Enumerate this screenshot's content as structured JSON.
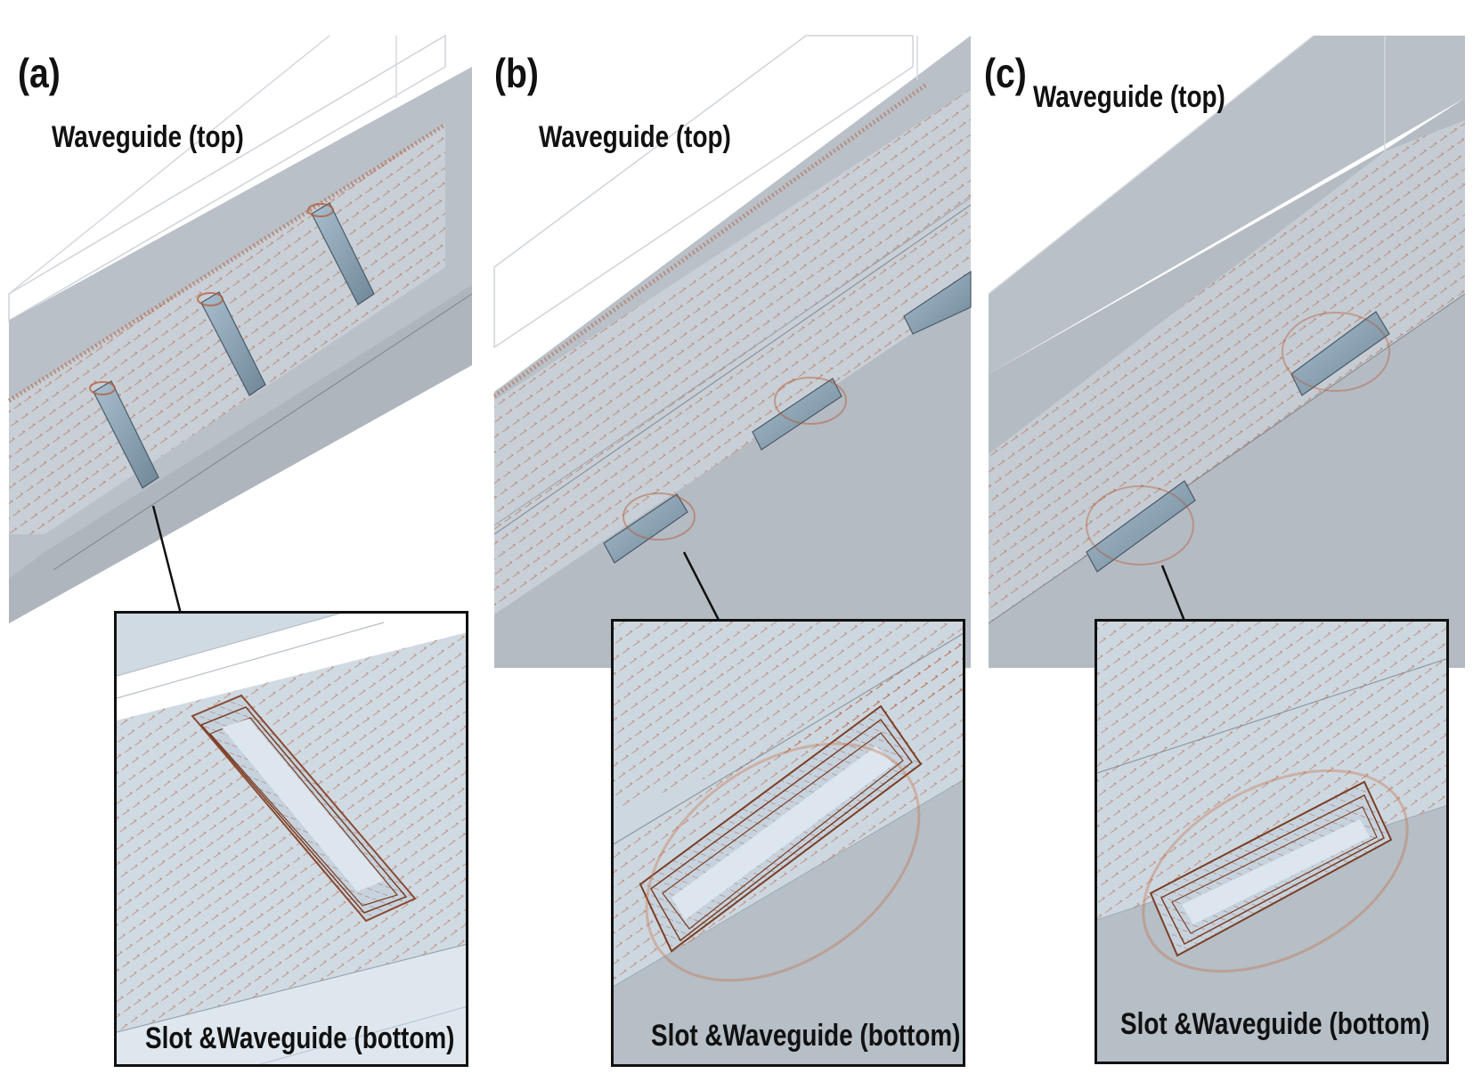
{
  "panels": [
    {
      "id": "a",
      "label": "(a)",
      "top_label": "Waveguide (top)",
      "inset_label": "Slot &Waveguide (bottom)"
    },
    {
      "id": "b",
      "label": "(b)",
      "top_label": "Waveguide (top)",
      "inset_label": "Slot &Waveguide (bottom)"
    },
    {
      "id": "c",
      "label": "(c)",
      "top_label": "Waveguide (top)",
      "inset_label": "Slot &Waveguide (bottom)"
    }
  ],
  "colors": {
    "waveguide_wall": "#b9c0c8",
    "waveguide_dark": "#a7aeb6",
    "field_arrow": "#b4552d",
    "slot_fill": "#8fa6b8",
    "inset_bg": "#c9d3dc"
  }
}
